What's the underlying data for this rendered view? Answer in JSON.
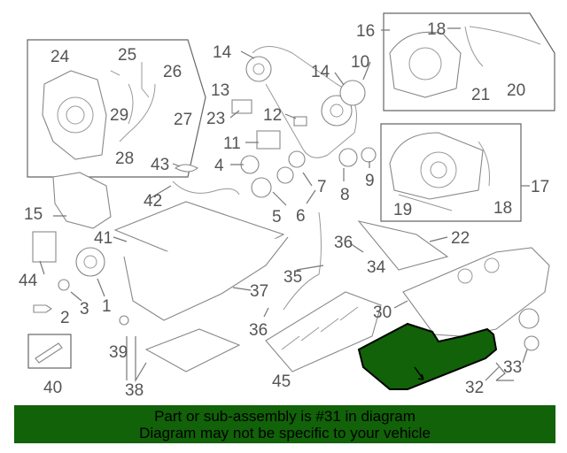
{
  "diagram": {
    "highlight_color": "#116208",
    "highlighted_part": "31",
    "labels": [
      "24",
      "25",
      "26",
      "29",
      "27",
      "23",
      "13",
      "28",
      "14",
      "14",
      "10",
      "16",
      "18",
      "21",
      "20",
      "12",
      "11",
      "43",
      "4",
      "7",
      "8",
      "9",
      "17",
      "18",
      "19",
      "42",
      "15",
      "5",
      "6",
      "41",
      "36",
      "22",
      "34",
      "44",
      "35",
      "37",
      "3",
      "1",
      "2",
      "30",
      "36",
      "39",
      "38",
      "33",
      "32",
      "45",
      "40"
    ]
  },
  "banner": {
    "line1": "Part or sub-assembly is #31 in diagram",
    "line2": "Diagram may not be specific to your vehicle",
    "color": "#116208"
  }
}
